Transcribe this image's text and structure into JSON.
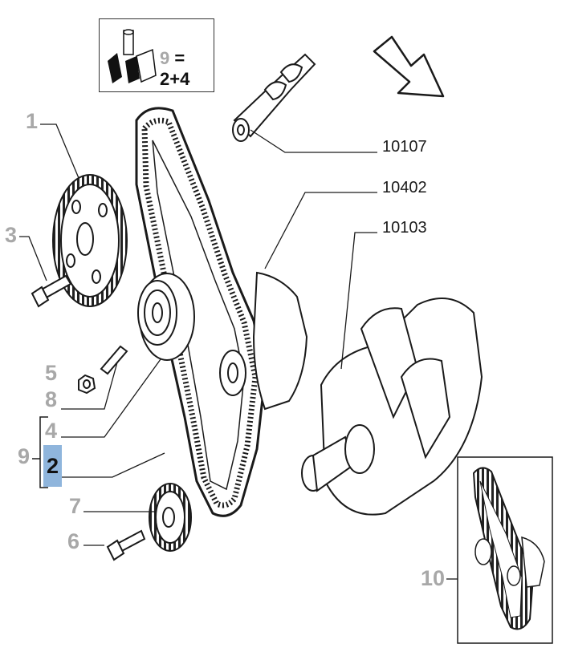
{
  "kit_box": {
    "index": "9",
    "formula": "= 2+4"
  },
  "callouts": {
    "c1": "1",
    "c3": "3",
    "c5": "5",
    "c8": "8",
    "c4": "4",
    "c9": "9",
    "c2": "2",
    "c7": "7",
    "c6": "6",
    "c10": "10",
    "r10107": "10107",
    "r10402": "10402",
    "r10103": "10103"
  },
  "colors": {
    "line": "#1a1a1a",
    "callout_grey": "#a8a8a8",
    "highlight": "#8fb5dc"
  }
}
